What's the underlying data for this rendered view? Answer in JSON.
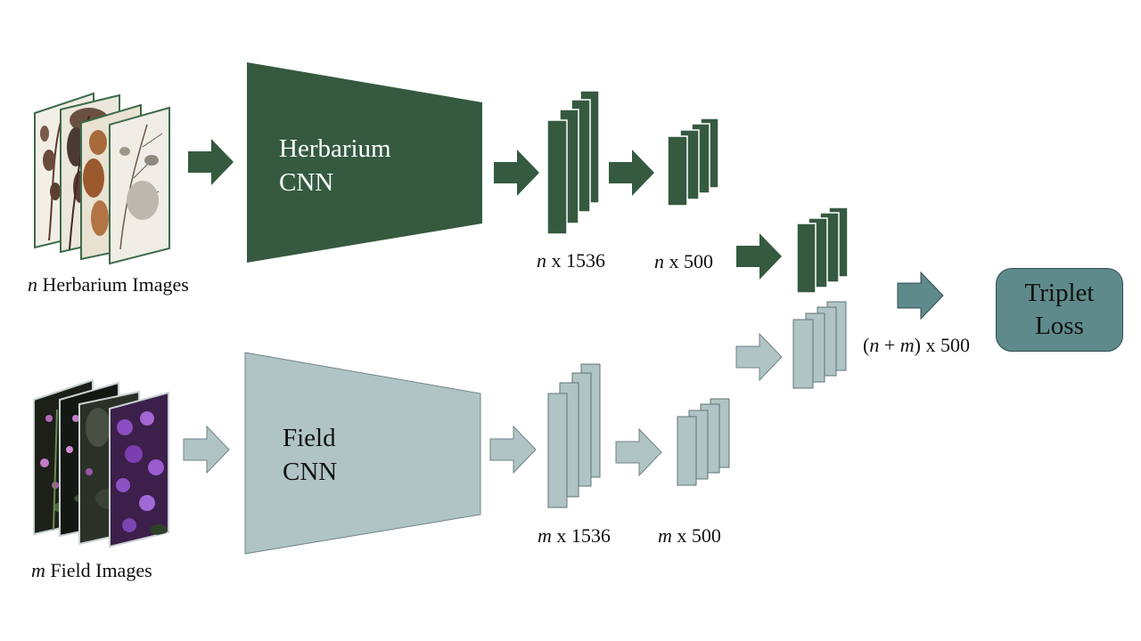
{
  "colors": {
    "herbarium": "#355a40",
    "field": "#b0c4c5",
    "field_stroke": "#6f8486",
    "loss": "#5f8a8b"
  },
  "herbarium_branch": {
    "input_var": "n",
    "input_label": " Herbarium Images",
    "cnn_line1": "Herbarium",
    "cnn_line2": "CNN",
    "feat1_var": "n",
    "feat1_dim": " x 1536",
    "feat2_var": "n",
    "feat2_dim": " x 500"
  },
  "field_branch": {
    "input_var": "m",
    "input_label": " Field Images",
    "cnn_line1": "Field",
    "cnn_line2": "CNN",
    "feat1_var": "m",
    "feat1_dim": " x 1536",
    "feat2_var": "m",
    "feat2_dim": " x 500"
  },
  "combined": {
    "open": "(",
    "var_n": "n",
    "plus": " + ",
    "var_m": "m",
    "close": ") x 500"
  },
  "loss": {
    "line1": "Triplet",
    "line2": "Loss"
  }
}
